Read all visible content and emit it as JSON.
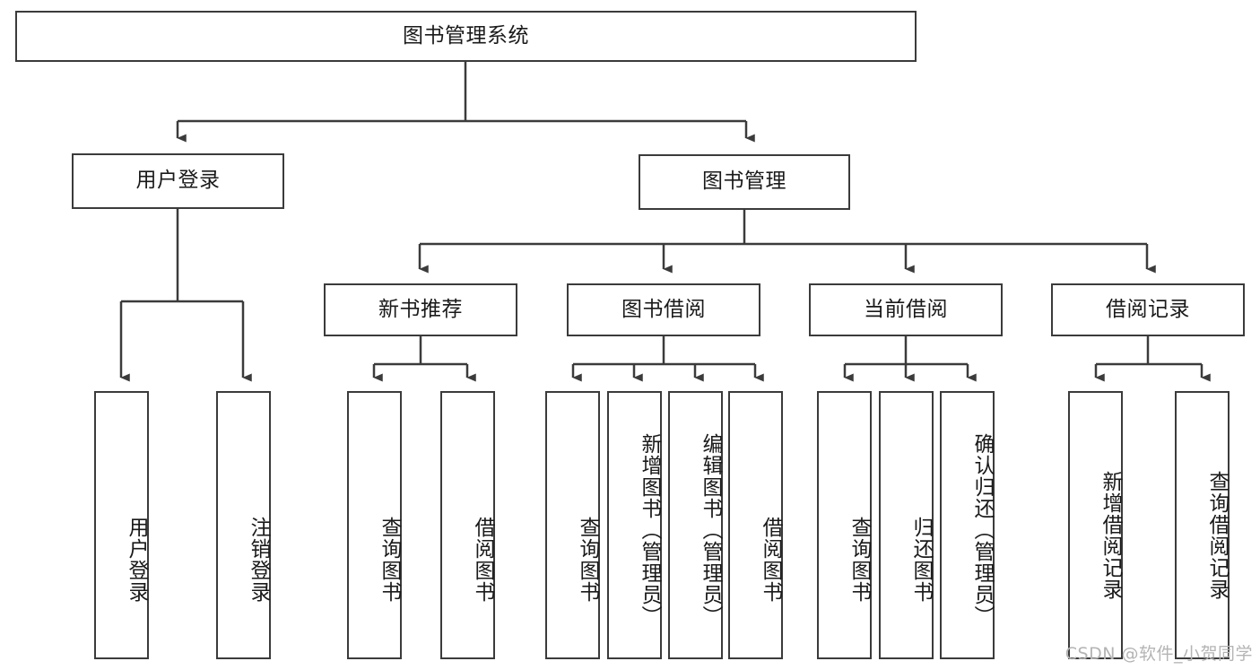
{
  "diagram": {
    "title": "图书管理系统",
    "type": "tree-hierarchy-function-structure",
    "root": {
      "id": "root",
      "label": "图书管理系统"
    },
    "level2": [
      {
        "id": "user-login",
        "label": "用户登录"
      },
      {
        "id": "book-management",
        "label": "图书管理"
      }
    ],
    "level3": [
      {
        "id": "new-book-recommend",
        "label": "新书推荐",
        "parent": "book-management"
      },
      {
        "id": "book-borrow",
        "label": "图书借阅",
        "parent": "book-management"
      },
      {
        "id": "current-borrow",
        "label": "当前借阅",
        "parent": "book-management"
      },
      {
        "id": "borrow-record",
        "label": "借阅记录",
        "parent": "book-management"
      }
    ],
    "leaves": {
      "user_login": [
        {
          "id": "leaf-user-login",
          "label": "用户登录"
        },
        {
          "id": "leaf-user-logout",
          "label": "注销登录"
        }
      ],
      "new_book_recommend": [
        {
          "id": "leaf-query-book-1",
          "label": "查询图书"
        },
        {
          "id": "leaf-borrow-book-1",
          "label": "借阅图书"
        }
      ],
      "book_borrow": [
        {
          "id": "leaf-query-book-2",
          "label": "查询图书"
        },
        {
          "id": "leaf-add-book",
          "label": "新增图书（管理员）"
        },
        {
          "id": "leaf-edit-book",
          "label": "编辑图书（管理员）"
        },
        {
          "id": "leaf-borrow-book-2",
          "label": "借阅图书"
        }
      ],
      "current_borrow": [
        {
          "id": "leaf-query-book-3",
          "label": "查询图书"
        },
        {
          "id": "leaf-return-book",
          "label": "归还图书"
        },
        {
          "id": "leaf-confirm-return",
          "label": "确认归还（管理员）"
        }
      ],
      "borrow_record": [
        {
          "id": "leaf-add-record",
          "label": "新增借阅记录"
        },
        {
          "id": "leaf-query-record",
          "label": "查询借阅记录"
        }
      ]
    },
    "colors": {
      "stroke": "#3b3b3b",
      "fill": "#ffffff",
      "text": "#1a1a1a",
      "watermark": "#b4b4b4"
    }
  },
  "watermark": {
    "text": "CSDN @软件_小贺同学"
  }
}
